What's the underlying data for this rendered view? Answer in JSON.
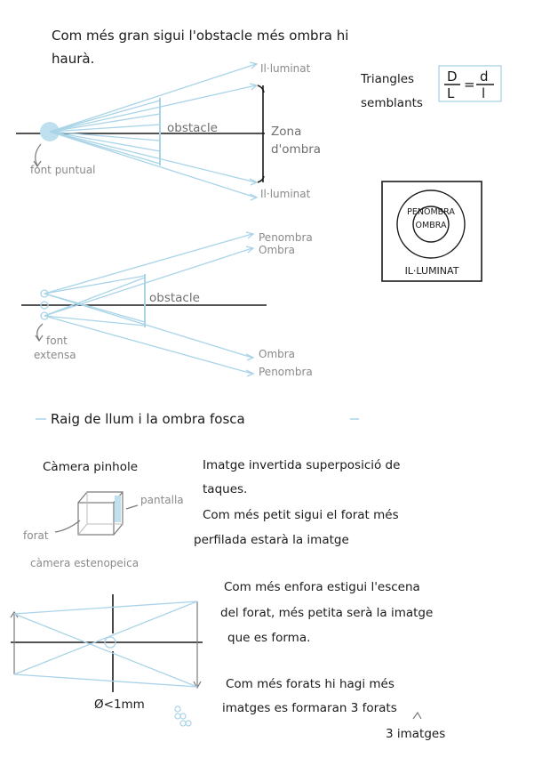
{
  "intro": {
    "line1": "Com més gran sigui l'obstacle més ombra hi",
    "line2": "haurà."
  },
  "point_source_diagram": {
    "label_illuminated_top": "Il·luminat",
    "label_illuminated_bottom": "Il·luminat",
    "label_obstacle": "obstacle",
    "label_shadow_zone_1": "Zona",
    "label_shadow_zone_2": "d'ombra",
    "label_source_1": "font puntual"
  },
  "similar_triangles": {
    "label_1": "Triangles",
    "label_2": "semblants",
    "formula_D": "D",
    "formula_L": "L",
    "formula_equals": "=",
    "formula_d": "d",
    "formula_l": "l"
  },
  "shadow_box": {
    "penumbra": "PENOMBRA",
    "ombra": "OMBRA",
    "illuminat": "IL·LUMINAT"
  },
  "extended_source_diagram": {
    "label_penumbra_top": "Penombra",
    "label_ombra_top": "Ombra",
    "label_obstacle": "obstacle",
    "label_ombra_bottom": "Ombra",
    "label_penumbra_bottom": "Penombra",
    "label_source_1": "font",
    "label_source_2": "extensa"
  },
  "section_title": "Raig de llum i la ombra fosca",
  "pinhole": {
    "title": "Càmera pinhole",
    "label_screen": "pantalla",
    "label_hole": "forat",
    "caption": "càmera estenopeica",
    "text_line1": "Imatge invertida superposició de",
    "text_line2": "taques.",
    "text_line3": "Com més petit sigui el forat més",
    "text_line4": "perfilada estarà la imatge"
  },
  "aperture": {
    "label_diameter": "Ø<1mm",
    "text_block1_line1": "Com més enfora estigui l'escena",
    "text_block1_line2": "del forat, més petita serà la imatge",
    "text_block1_line3": "que es forma.",
    "text_block2_line1": "Com més forats hi hagi més",
    "text_block2_line2": "imatges es formaran 3 forats",
    "text_block2_line3": "3 imatges"
  },
  "colors": {
    "ray": "#a9d4e8",
    "source": "#bfe0ee",
    "ink": "#1a1a1a",
    "pencil": "#7a7a7a"
  }
}
